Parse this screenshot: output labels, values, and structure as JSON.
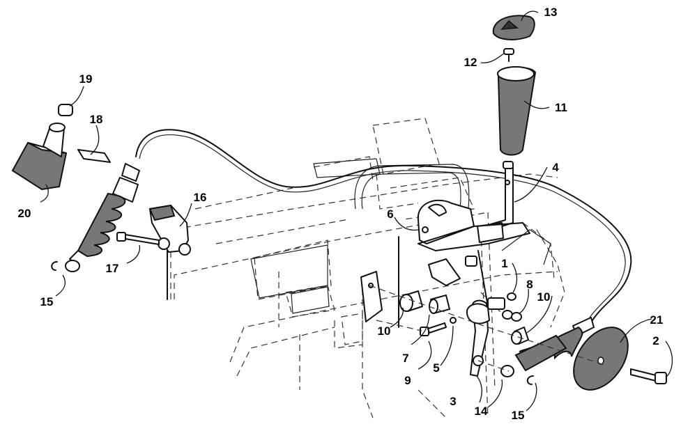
{
  "callouts": [
    {
      "id": "c1",
      "text": "1"
    },
    {
      "id": "c2",
      "text": "2"
    },
    {
      "id": "c3",
      "text": "3"
    },
    {
      "id": "c4",
      "text": "4"
    },
    {
      "id": "c5",
      "text": "5"
    },
    {
      "id": "c6",
      "text": "6"
    },
    {
      "id": "c7",
      "text": "7"
    },
    {
      "id": "c8",
      "text": "8"
    },
    {
      "id": "c9",
      "text": "9"
    },
    {
      "id": "c10a",
      "text": "10"
    },
    {
      "id": "c10b",
      "text": "10"
    },
    {
      "id": "c11",
      "text": "11"
    },
    {
      "id": "c12",
      "text": "12"
    },
    {
      "id": "c13",
      "text": "13"
    },
    {
      "id": "c14",
      "text": "14"
    },
    {
      "id": "c15a",
      "text": "15"
    },
    {
      "id": "c15b",
      "text": "15"
    },
    {
      "id": "c16",
      "text": "16"
    },
    {
      "id": "c17",
      "text": "17"
    },
    {
      "id": "c18",
      "text": "18"
    },
    {
      "id": "c19",
      "text": "19"
    },
    {
      "id": "c20",
      "text": "20"
    },
    {
      "id": "c21",
      "text": "21"
    }
  ]
}
